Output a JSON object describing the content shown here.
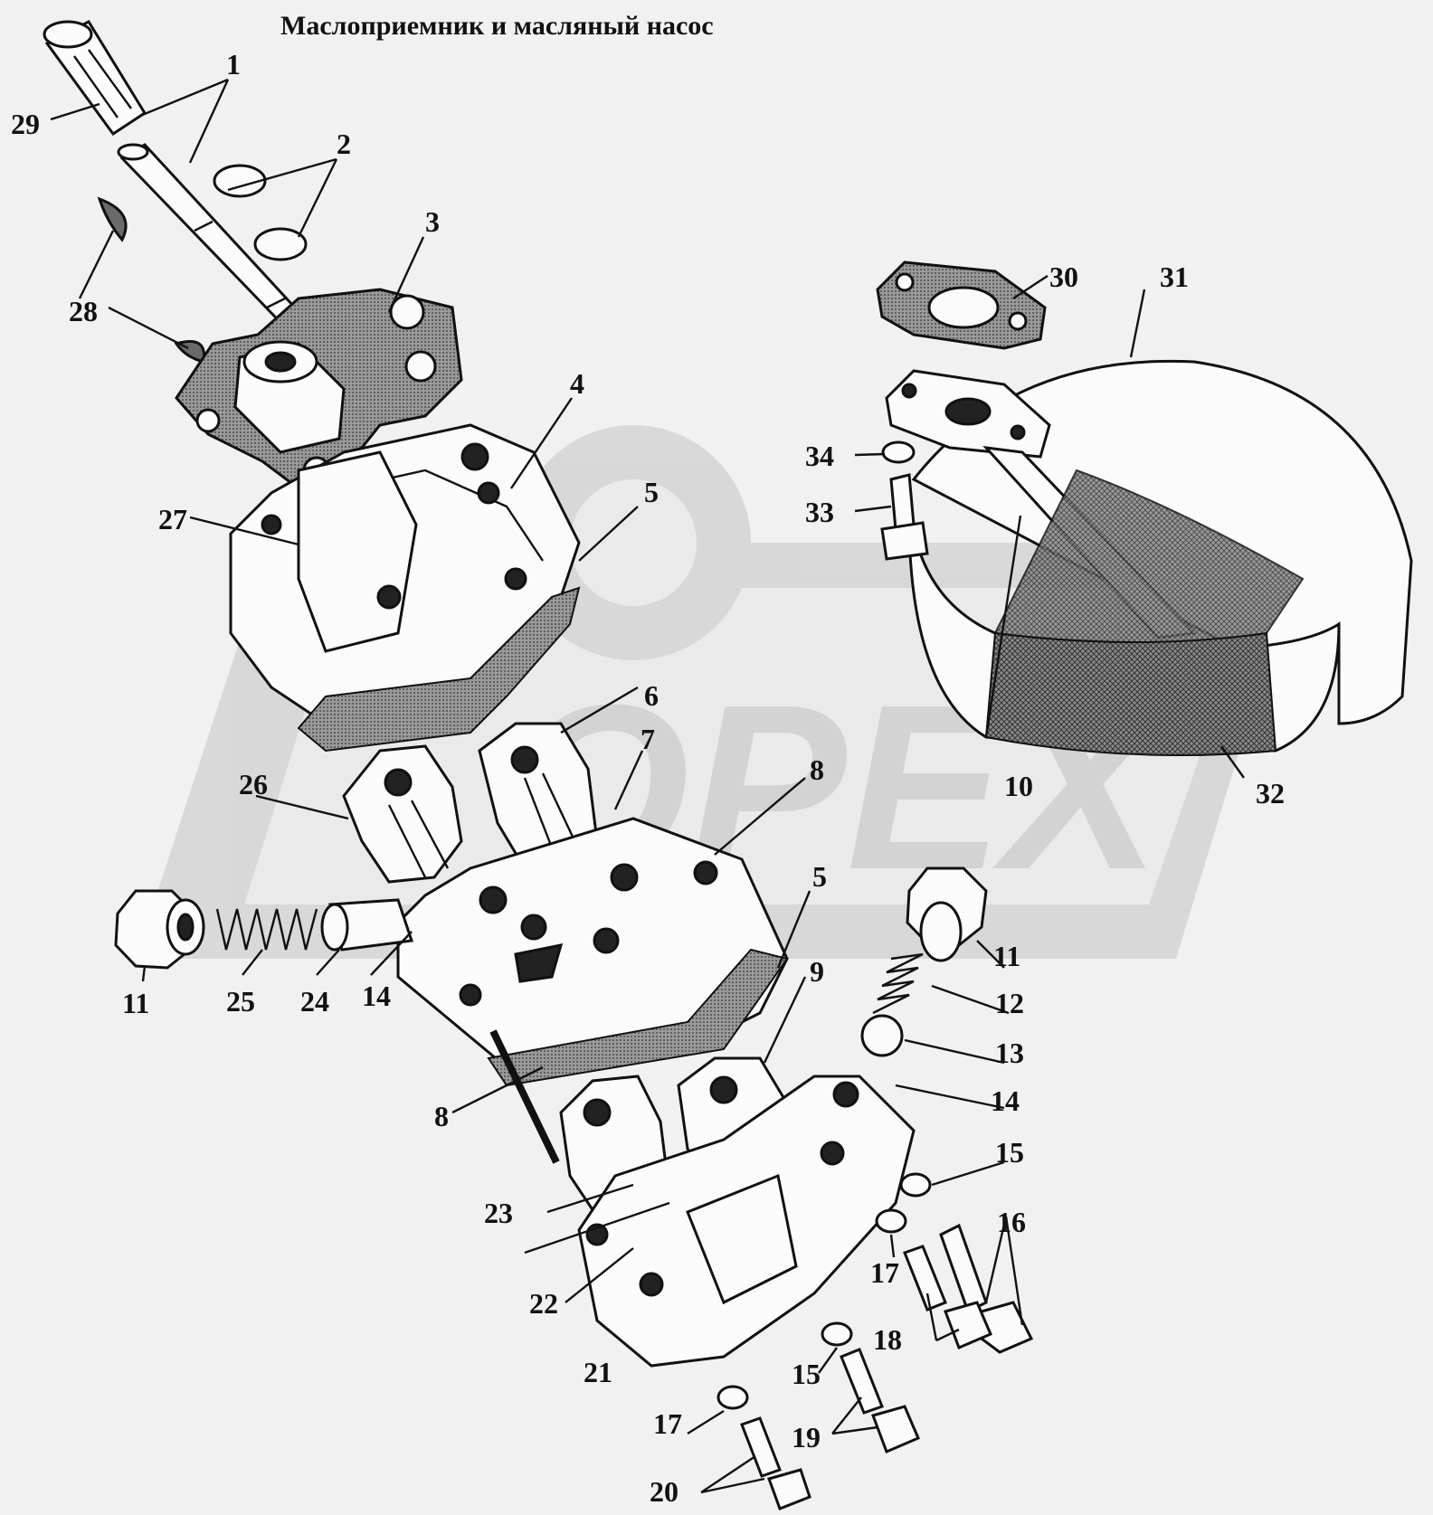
{
  "title": "Маслоприемник и масляный насос",
  "watermark": "ОРЕХ",
  "callouts": [
    {
      "id": "c1",
      "text": "1"
    },
    {
      "id": "c2",
      "text": "2"
    },
    {
      "id": "c3",
      "text": "3"
    },
    {
      "id": "c4",
      "text": "4"
    },
    {
      "id": "c5a",
      "text": "5"
    },
    {
      "id": "c5b",
      "text": "5"
    },
    {
      "id": "c6",
      "text": "6"
    },
    {
      "id": "c7",
      "text": "7"
    },
    {
      "id": "c8a",
      "text": "8"
    },
    {
      "id": "c8b",
      "text": "8"
    },
    {
      "id": "c9",
      "text": "9"
    },
    {
      "id": "c10",
      "text": "10"
    },
    {
      "id": "c11a",
      "text": "11"
    },
    {
      "id": "c11b",
      "text": "11"
    },
    {
      "id": "c12",
      "text": "12"
    },
    {
      "id": "c13",
      "text": "13"
    },
    {
      "id": "c14a",
      "text": "14"
    },
    {
      "id": "c14b",
      "text": "14"
    },
    {
      "id": "c15a",
      "text": "15"
    },
    {
      "id": "c15b",
      "text": "15"
    },
    {
      "id": "c16",
      "text": "16"
    },
    {
      "id": "c17a",
      "text": "17"
    },
    {
      "id": "c17b",
      "text": "17"
    },
    {
      "id": "c18",
      "text": "18"
    },
    {
      "id": "c19",
      "text": "19"
    },
    {
      "id": "c20",
      "text": "20"
    },
    {
      "id": "c21",
      "text": "21"
    },
    {
      "id": "c22",
      "text": "22"
    },
    {
      "id": "c23",
      "text": "23"
    },
    {
      "id": "c24",
      "text": "24"
    },
    {
      "id": "c25",
      "text": "25"
    },
    {
      "id": "c26",
      "text": "26"
    },
    {
      "id": "c27",
      "text": "27"
    },
    {
      "id": "c28",
      "text": "28"
    },
    {
      "id": "c29",
      "text": "29"
    },
    {
      "id": "c30",
      "text": "30"
    },
    {
      "id": "c31",
      "text": "31"
    },
    {
      "id": "c32",
      "text": "32"
    },
    {
      "id": "c33",
      "text": "33"
    },
    {
      "id": "c34",
      "text": "34"
    }
  ]
}
